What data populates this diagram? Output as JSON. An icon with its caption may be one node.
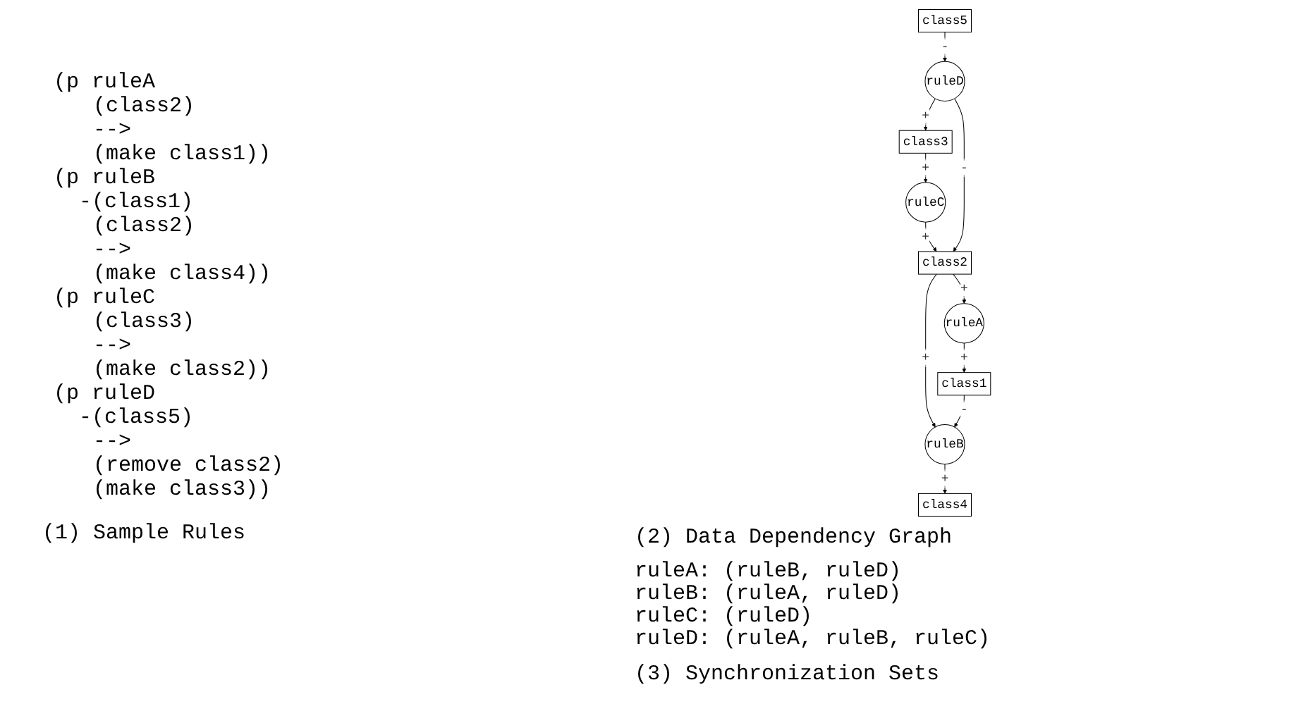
{
  "diagram": {
    "nodes": [
      {
        "text": [
          "class2"
        ]
      },
      {
        "text": [
          "ruleA"
        ]
      },
      {
        "text": [
          "ruleB"
        ]
      },
      {
        "text": [
          "ruleC"
        ]
      },
      {
        "text": [
          "ruleD"
        ]
      },
      {
        "text": [
          "class1"
        ]
      },
      {
        "text": [
          "class4"
        ]
      },
      {
        "text": [
          "class3"
        ]
      },
      {
        "text": [
          "class5"
        ]
      }
    ],
    "edges": [
      {
        "from": 0,
        "to": 1,
        "arrow": "to",
        "label": "+"
      },
      {
        "from": 0,
        "to": 2,
        "arrow": "to",
        "label": "+"
      },
      {
        "from": 3,
        "to": 0,
        "arrow": "to",
        "label": "+"
      },
      {
        "from": 4,
        "to": 0,
        "arrow": "to",
        "label": "-"
      },
      {
        "from": 1,
        "to": 5,
        "arrow": "to",
        "label": "+"
      },
      {
        "from": 5,
        "to": 2,
        "arrow": "to",
        "label": "-"
      },
      {
        "from": 2,
        "to": 6,
        "arrow": "to",
        "label": "+"
      },
      {
        "from": 7,
        "to": 3,
        "arrow": "to",
        "label": "+"
      },
      {
        "from": 4,
        "to": 7,
        "arrow": "to",
        "label": "+"
      },
      {
        "from": 8,
        "to": 4,
        "arrow": "to",
        "label": "-"
      }
    ],
    "labels": [
      "(p ruleA",
      "(class2)",
      "-->",
      "(make class1))",
      "(p ruleB",
      "-(class1)",
      "(class2)",
      "-->",
      "(make class4))",
      "(p ruleC",
      "(class3)",
      "-->",
      "(make class2))",
      "(p ruleD",
      "-(class5)",
      "-->",
      "(remove class2)",
      "(make class3))",
      "(1) Sample Rules",
      "(2) Data Dependency Graph",
      "ruleA: (ruleB, ruleD)",
      "ruleB: (ruleA, ruleD)",
      "ruleC: (ruleD)",
      "ruleD: (ruleA, ruleB, ruleC)",
      "(3) Synchronization Sets"
    ]
  }
}
